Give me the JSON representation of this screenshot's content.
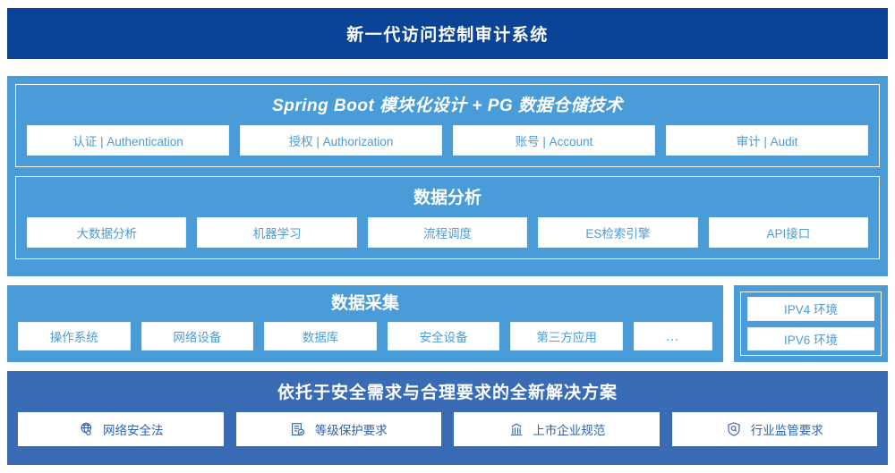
{
  "header": {
    "title": "新一代访问控制审计系统"
  },
  "architecture": {
    "blocks": [
      {
        "title": "Spring Boot 模块化设计 + PG 数据仓储技术",
        "cards": [
          "认证 | Authentication",
          "授权 | Authorization",
          "账号 | Account",
          "审计 | Audit"
        ]
      },
      {
        "title": "数据分析",
        "cards": [
          "大数据分析",
          "机器学习",
          "流程调度",
          "ES检索引擎",
          "API接口"
        ]
      }
    ]
  },
  "collection": {
    "title": "数据采集",
    "cards": [
      "操作系统",
      "网络设备",
      "数据库",
      "安全设备",
      "第三方应用",
      "…"
    ]
  },
  "environment": {
    "cards": [
      "IPV4 环境",
      "IPV6 环境"
    ]
  },
  "solution": {
    "title": "依托于安全需求与合理要求的全新解决方案",
    "cards": [
      {
        "label": "网络安全法",
        "icon": "globe-icon"
      },
      {
        "label": "等级保护要求",
        "icon": "document-check-icon"
      },
      {
        "label": "上市企业规范",
        "icon": "bank-building-icon"
      },
      {
        "label": "行业监管要求",
        "icon": "shield-search-icon"
      }
    ]
  },
  "colors": {
    "header_bg": "#0b4496",
    "panel_light_blue": "#4a9cd8",
    "panel_solution_blue": "#3a6cb5",
    "card_text_blue": "#4a9cd8",
    "solution_card_text": "#2f62ad",
    "card_bg": "#ffffff"
  }
}
